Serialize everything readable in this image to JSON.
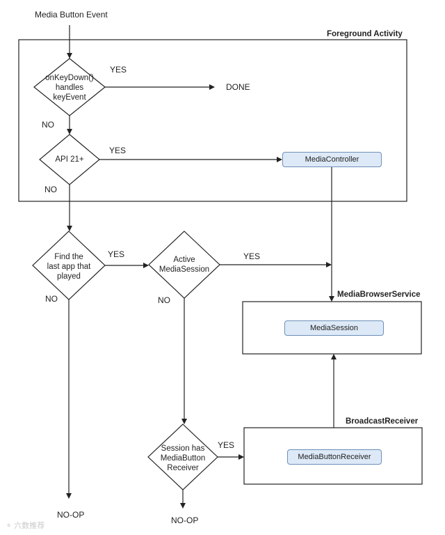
{
  "start": "Media Button Event",
  "containers": {
    "foreground": "Foreground Activity",
    "browser_service": "MediaBrowserService",
    "broadcast_receiver": "BroadcastReceiver"
  },
  "decisions": {
    "onkeydown": [
      "onKeyDown()",
      "handles",
      "keyEvent"
    ],
    "api21": [
      "API 21+"
    ],
    "last_app": [
      "Find the",
      "last app that",
      "played"
    ],
    "active_session": [
      "Active",
      "MediaSession"
    ],
    "session_has": [
      "Session has",
      "MediaButton",
      "Receiver"
    ]
  },
  "nodes": {
    "media_controller": "MediaController",
    "media_session": "MediaSession",
    "media_button_receiver": "MediaButtonReceiver"
  },
  "edge_labels": {
    "yes": "YES",
    "no": "NO"
  },
  "terminals": {
    "done": "DONE",
    "noop": "NO-OP"
  },
  "watermark": "六数推荐"
}
